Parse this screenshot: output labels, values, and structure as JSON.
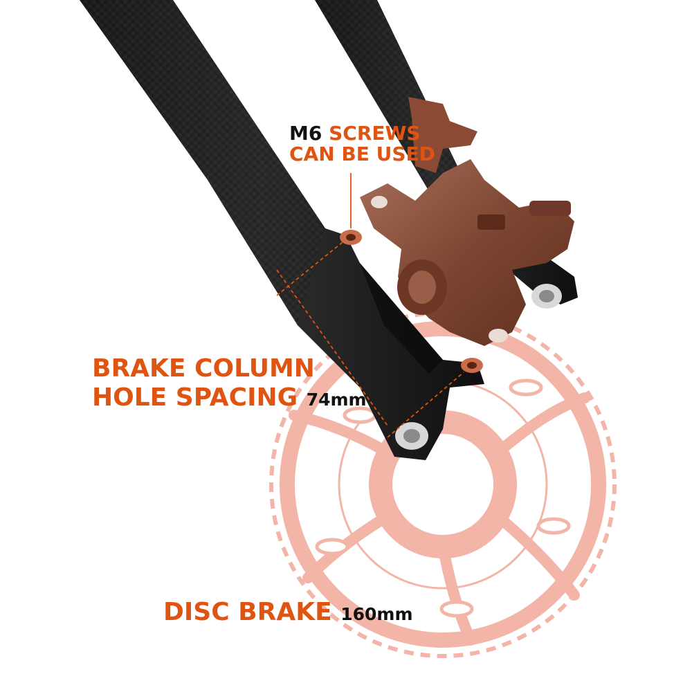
{
  "colors": {
    "accent": "#e05412",
    "text_dark": "#111111",
    "carbon": "#1c1c1c",
    "caliper": "#8a4f3a",
    "rotor": "#f3b8ac"
  },
  "callouts": {
    "screws": {
      "prefix": "M6",
      "highlight": "SCREWS",
      "line2": "CAN BE USED"
    },
    "column": {
      "line1": "BRAKE COLUMN",
      "line2": "HOLE SPACING",
      "value": "74mm"
    },
    "disc": {
      "highlight": "DISC",
      "label": "BRAKE",
      "value": "160mm"
    }
  }
}
